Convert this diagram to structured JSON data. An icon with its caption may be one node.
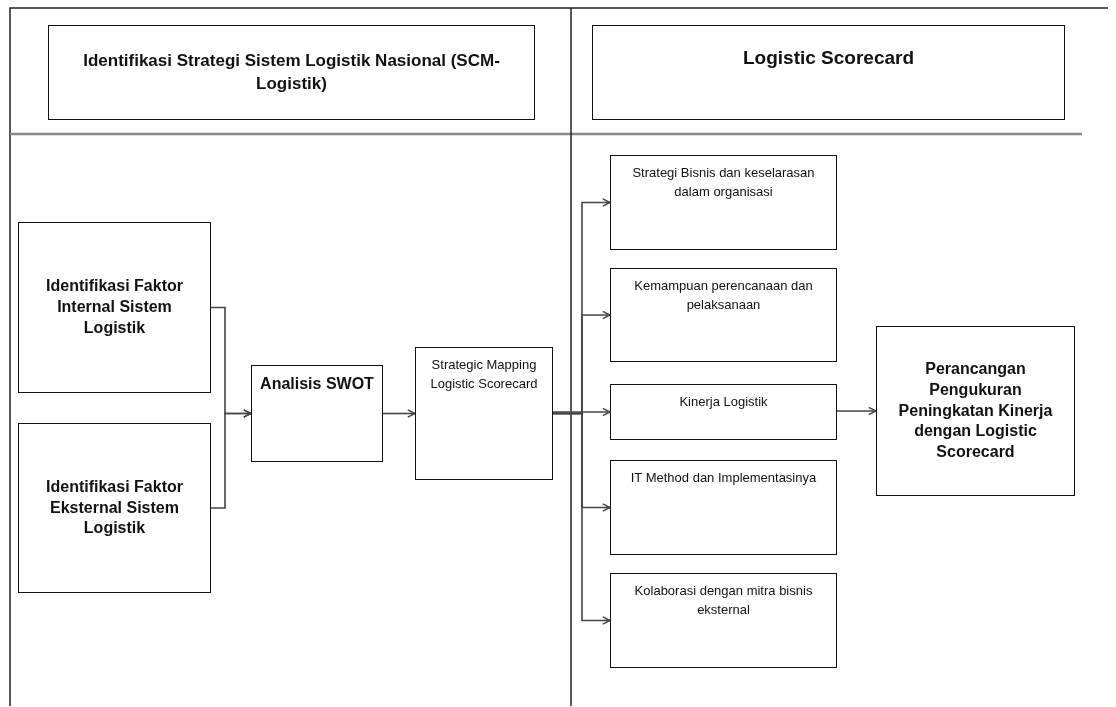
{
  "diagram": {
    "nodes": [
      {
        "text": [
          "Identifikasi Strategi Sistem Logistik Nasional (SCM-Logistik)"
        ]
      },
      {
        "text": [
          "Logistic Scorecard"
        ]
      },
      {
        "text": [
          "Identifikasi Faktor Internal Sistem Logistik"
        ]
      },
      {
        "text": [
          "Identifikasi Faktor Eksternal Sistem Logistik"
        ]
      },
      {
        "text": [
          "Analisis SWOT"
        ]
      },
      {
        "text": [
          "Strategic Mapping Logistic Scorecard"
        ]
      },
      {
        "text": [
          "Strategi Bisnis dan keselarasan dalam organisasi"
        ]
      },
      {
        "text": [
          "Kemampuan perencanaan dan pelaksanaan"
        ]
      },
      {
        "text": [
          "Kinerja Logistik"
        ]
      },
      {
        "text": [
          "IT Method dan Implementasinya"
        ]
      },
      {
        "text": [
          "Kolaborasi dengan mitra bisnis eksternal"
        ]
      },
      {
        "text": [
          "Perancangan Pengukuran Peningkatan Kinerja dengan Logistic Scorecard"
        ]
      }
    ],
    "edges": [
      {
        "from": 2,
        "to": 4,
        "arrow": "to"
      },
      {
        "from": 3,
        "to": 4,
        "arrow": "to"
      },
      {
        "from": 4,
        "to": 5,
        "arrow": "to"
      },
      {
        "from": 5,
        "to": 6,
        "arrow": "to"
      },
      {
        "from": 5,
        "to": 7,
        "arrow": "to"
      },
      {
        "from": 5,
        "to": 8,
        "arrow": "to"
      },
      {
        "from": 5,
        "to": 9,
        "arrow": "to"
      },
      {
        "from": 5,
        "to": 10,
        "arrow": "to"
      },
      {
        "from": 8,
        "to": 11,
        "arrow": "to"
      }
    ]
  }
}
